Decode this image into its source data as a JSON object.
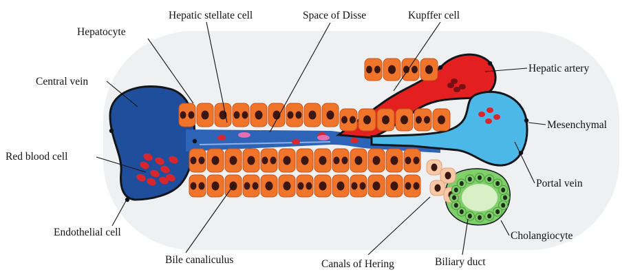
{
  "labels": {
    "hepatocyte": "Hepatocyte",
    "hepatic_stellate_cell": "Hepatic stellate cell",
    "space_of_disse": "Space of Disse",
    "kupffer_cell": "Kupffer cell",
    "hepatic_artery": "Hepatic artery",
    "central_vein": "Central vein",
    "mesenchymal": "Mesenchymal",
    "red_blood_cell": "Red blood cell",
    "portal_vein": "Portal vein",
    "endothelial_cell": "Endothelial cell",
    "cholangiocyte": "Cholangiocyte",
    "bile_canaliculus": "Bile canaliculus",
    "canals_of_hering": "Canals of Hering",
    "biliary_duct": "Biliary duct"
  },
  "colors": {
    "background_tissue": "#eef0f1",
    "central_vein": "#1f4f9c",
    "sinusoid": "#2e64b8",
    "hepatocyte": "#f0742a",
    "hepatocyte_nucleus": "#3b1710",
    "hepatic_artery": "#e3201f",
    "portal_vein": "#4cb8e8",
    "red_blood_cell": "#d8262f",
    "cholangiocyte": "#7fcf6b",
    "canals_of_hering": "#f7c7a6",
    "outline": "#10161c"
  }
}
